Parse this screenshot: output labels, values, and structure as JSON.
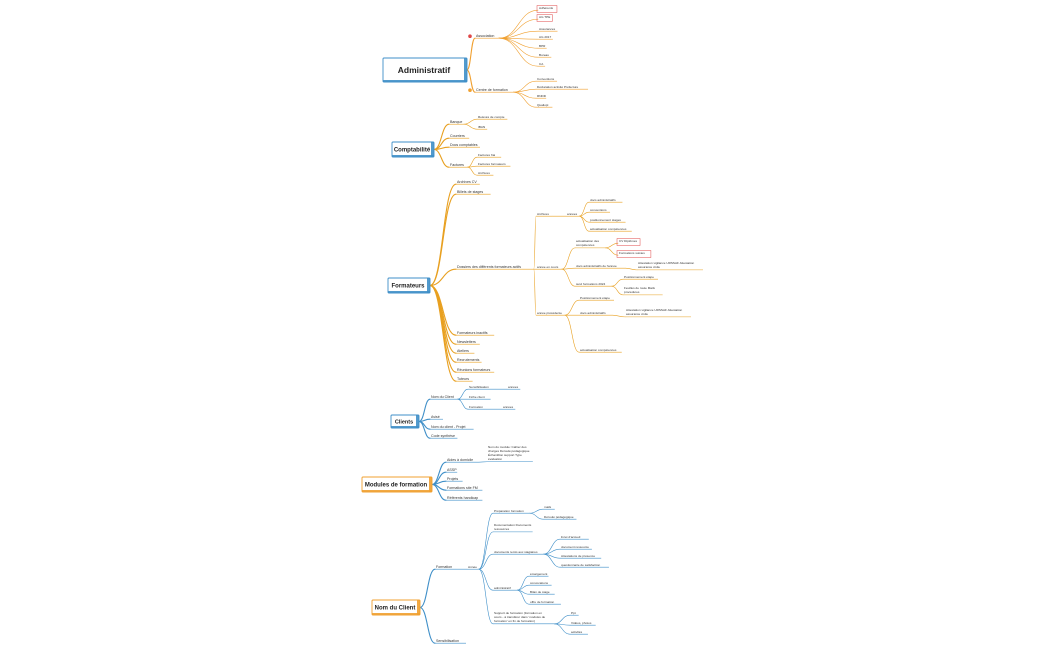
{
  "colors": {
    "blue": "#3f8fc8",
    "orange": "#f0a030",
    "amber": "#e8a020",
    "red": "#e04848",
    "olive": "#c8a020",
    "text": "#333333"
  },
  "roots": [
    {
      "label": "Administratif",
      "color": "#3f8fc8",
      "children": [
        {
          "label": "Association",
          "bullet": "#e04848",
          "children": [
            {
              "label": "Adhérents"
            },
            {
              "label": "AG TPE"
            },
            {
              "label": "Assurances"
            },
            {
              "label": "AG 2017"
            },
            {
              "label": "BPR"
            },
            {
              "label": "Bureau"
            },
            {
              "label": "CA"
            }
          ]
        },
        {
          "label": "Centre de formation",
          "bullet": "#f0a030",
          "children": [
            {
              "label": "Conventions"
            },
            {
              "label": "Déclaration activité Préfecture"
            },
            {
              "label": "RNDD"
            },
            {
              "label": "Qualiopi"
            }
          ]
        }
      ]
    },
    {
      "label": "Comptabilité",
      "color": "#3f8fc8",
      "children": [
        {
          "label": "Banque",
          "children": [
            {
              "label": "Relevés de compte"
            },
            {
              "label": "IBAN"
            }
          ]
        },
        {
          "label": "Courriers"
        },
        {
          "label": "Docs comptables"
        },
        {
          "label": "Factures",
          "children": [
            {
              "label": "Factures frai"
            },
            {
              "label": "Factures formateurs"
            },
            {
              "label": "Archives"
            }
          ]
        }
      ]
    },
    {
      "label": "Formateurs",
      "color": "#3f8fc8",
      "children": [
        {
          "label": "Archives CV"
        },
        {
          "label": "Billets de stages"
        },
        {
          "label": "Dossiers des différents formateurs actifs",
          "children": [
            {
              "label": "Archives",
              "children": [
                {
                  "label": "années",
                  "children": [
                    {
                      "label": "docs administratifs"
                    },
                    {
                      "label": "conventions"
                    },
                    {
                      "label": "positionnement stages"
                    },
                    {
                      "label": "actualisation compétences"
                    }
                  ]
                }
              ]
            },
            {
              "label": "année en cours",
              "children": [
                {
                  "label": "actualisation des compétences",
                  "children": [
                    {
                      "label": "CV Diplômes"
                    },
                    {
                      "label": "Formations suivies"
                    }
                  ]
                },
                {
                  "label": "docs administratifs de l'année",
                  "children": [
                    {
                      "label": "Attestation vigilance URSSAF Attestation assurance civile"
                    }
                  ]
                },
                {
                  "label": "suivi formations 2024",
                  "children": [
                    {
                      "label": "Positionnement étape"
                    },
                    {
                      "label": "Feuilles de route Mails procédures"
                    }
                  ]
                }
              ]
            },
            {
              "label": "année précédente",
              "children": [
                {
                  "label": "Positionnement étape"
                },
                {
                  "label": "docs administratifs",
                  "children": [
                    {
                      "label": "Attestation vigilance URSSAF Attestation assurance civile"
                    }
                  ]
                },
                {
                  "label": "actualisation compétences"
                }
              ]
            }
          ]
        },
        {
          "label": "Formateurs inactifs"
        },
        {
          "label": "Newsletters"
        },
        {
          "label": "Ateliers"
        },
        {
          "label": "Recrutements"
        },
        {
          "label": "Réunions formateurs"
        },
        {
          "label": "Tuteurs"
        }
      ]
    },
    {
      "label": "Clients",
      "color": "#3f8fc8",
      "children": [
        {
          "label": "Nom du Client",
          "children": [
            {
              "label": "Sensibilisation",
              "children": [
                {
                  "label": "années"
                }
              ]
            },
            {
              "label": "Fiche client"
            },
            {
              "label": "Formation",
              "children": [
                {
                  "label": "années"
                }
              ]
            }
          ]
        },
        {
          "label": "Avisé"
        },
        {
          "label": "Nom du client - Projet"
        },
        {
          "label": "Code synthèse"
        }
      ]
    },
    {
      "label": "Modules de formation",
      "color": "#f0a030",
      "children": [
        {
          "label": "Aides à domicile",
          "children": [
            {
              "label": "Nom du module: Cahier des charges Déroulé pédagogique Échantillon support Type évaluation"
            }
          ]
        },
        {
          "label": "ASSP"
        },
        {
          "label": "Projets"
        },
        {
          "label": "Formations site FM"
        },
        {
          "label": "Référents handicap"
        }
      ]
    },
    {
      "label": "Nom du Client",
      "color": "#f0a030",
      "children": [
        {
          "label": "Formation",
          "children": [
            {
              "label": "Année",
              "children": [
                {
                  "label": "Préparation formation",
                  "children": [
                    {
                      "label": "mails"
                    },
                    {
                      "label": "Déroulé pédagogique"
                    }
                  ]
                },
                {
                  "label": "Documentation Documents ressources"
                },
                {
                  "label": "documents remis aux stagiaires",
                  "children": [
                    {
                      "label": "livret d'accueil"
                    },
                    {
                      "label": "document ressource"
                    },
                    {
                      "label": "Attestations de présence"
                    },
                    {
                      "label": "questionnaire de satisfaction"
                    }
                  ]
                },
                {
                  "label": "administratif",
                  "children": [
                    {
                      "label": "émargement"
                    },
                    {
                      "label": "convocations"
                    },
                    {
                      "label": "Bilan de stage"
                    },
                    {
                      "label": "offre de formation"
                    }
                  ]
                },
                {
                  "label": "Support de formation (formation en cours - à transférer dans 'modules de formation' en fin de formation)",
                  "children": [
                    {
                      "label": "Ppt"
                    },
                    {
                      "label": "Vidéos, photos"
                    },
                    {
                      "label": "activités"
                    }
                  ]
                }
              ]
            }
          ]
        },
        {
          "label": "Sensibilisation"
        }
      ]
    }
  ]
}
